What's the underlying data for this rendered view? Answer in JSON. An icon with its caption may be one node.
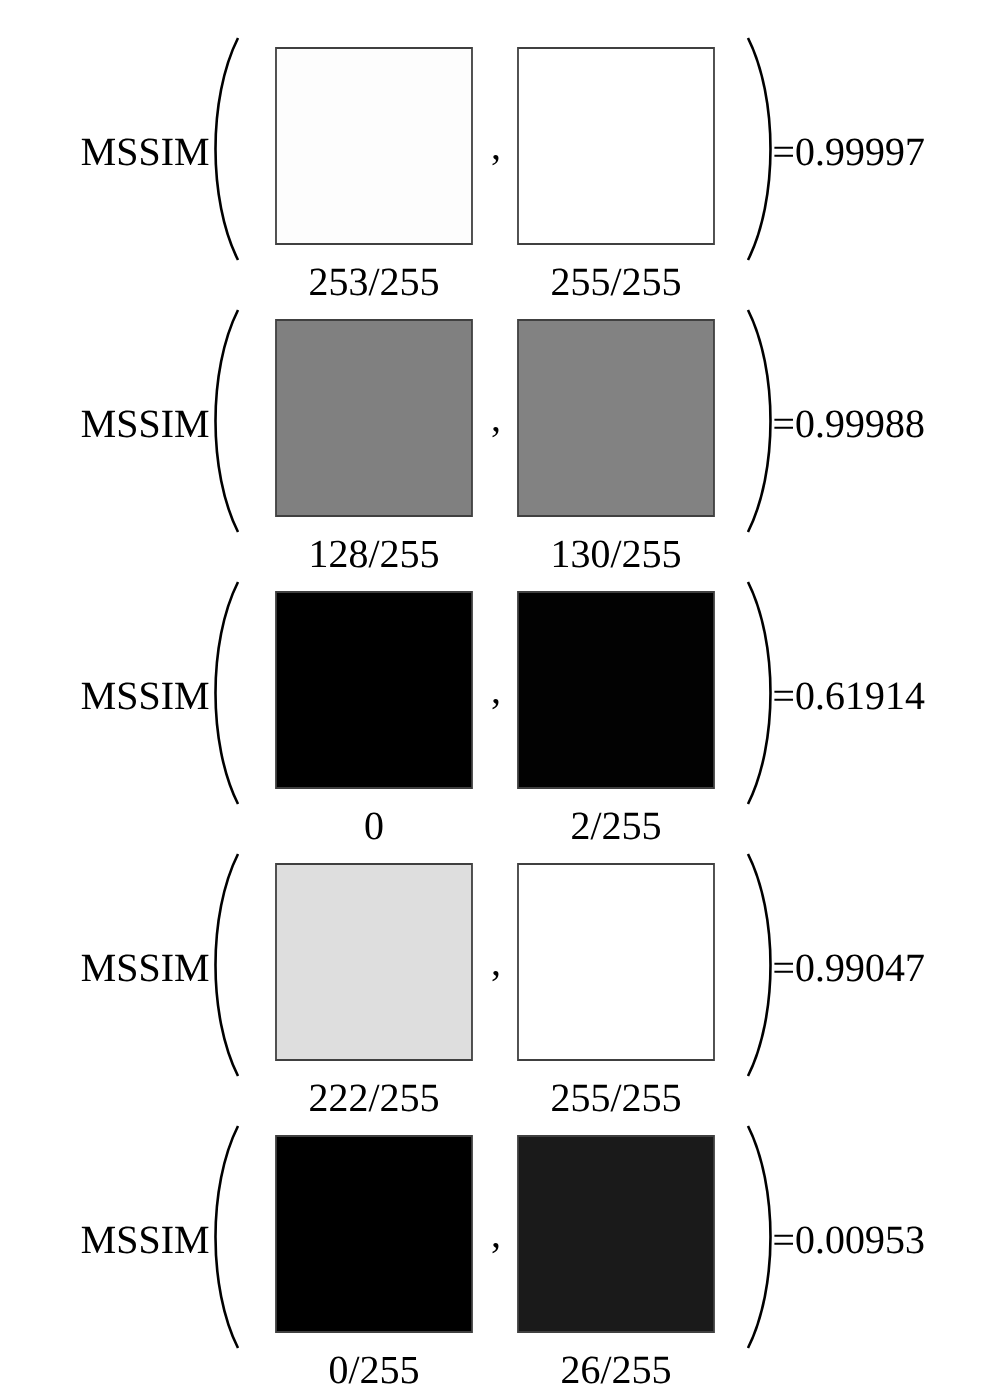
{
  "diagram": {
    "nodes": [
      {
        "text": [],
        "shape": "box",
        "beside": [
          "253/255"
        ]
      },
      {
        "text": [],
        "shape": "box",
        "beside": [
          "255/255"
        ]
      },
      {
        "text": [],
        "shape": "box",
        "beside": [
          "128/255"
        ]
      },
      {
        "text": [],
        "shape": "box",
        "beside": [
          "130/255"
        ]
      },
      {
        "text": [],
        "shape": "box",
        "beside": [
          "0"
        ]
      },
      {
        "text": [],
        "shape": "box",
        "beside": [
          "2/255"
        ]
      },
      {
        "text": [],
        "shape": "box",
        "beside": [
          "222/255"
        ]
      },
      {
        "text": [],
        "shape": "box",
        "beside": [
          "255/255"
        ]
      },
      {
        "text": [],
        "shape": "box",
        "beside": [
          "0/255"
        ]
      },
      {
        "text": [],
        "shape": "box",
        "beside": [
          "26/255"
        ]
      }
    ],
    "labels": [
      "MSSIM",
      ",",
      "=0.99997",
      "MSSIM",
      ",",
      "=0.99988",
      "MSSIM",
      ",",
      "=0.61914",
      "MSSIM",
      ",",
      "=0.99047",
      "MSSIM",
      ",",
      "=0.00953"
    ]
  }
}
